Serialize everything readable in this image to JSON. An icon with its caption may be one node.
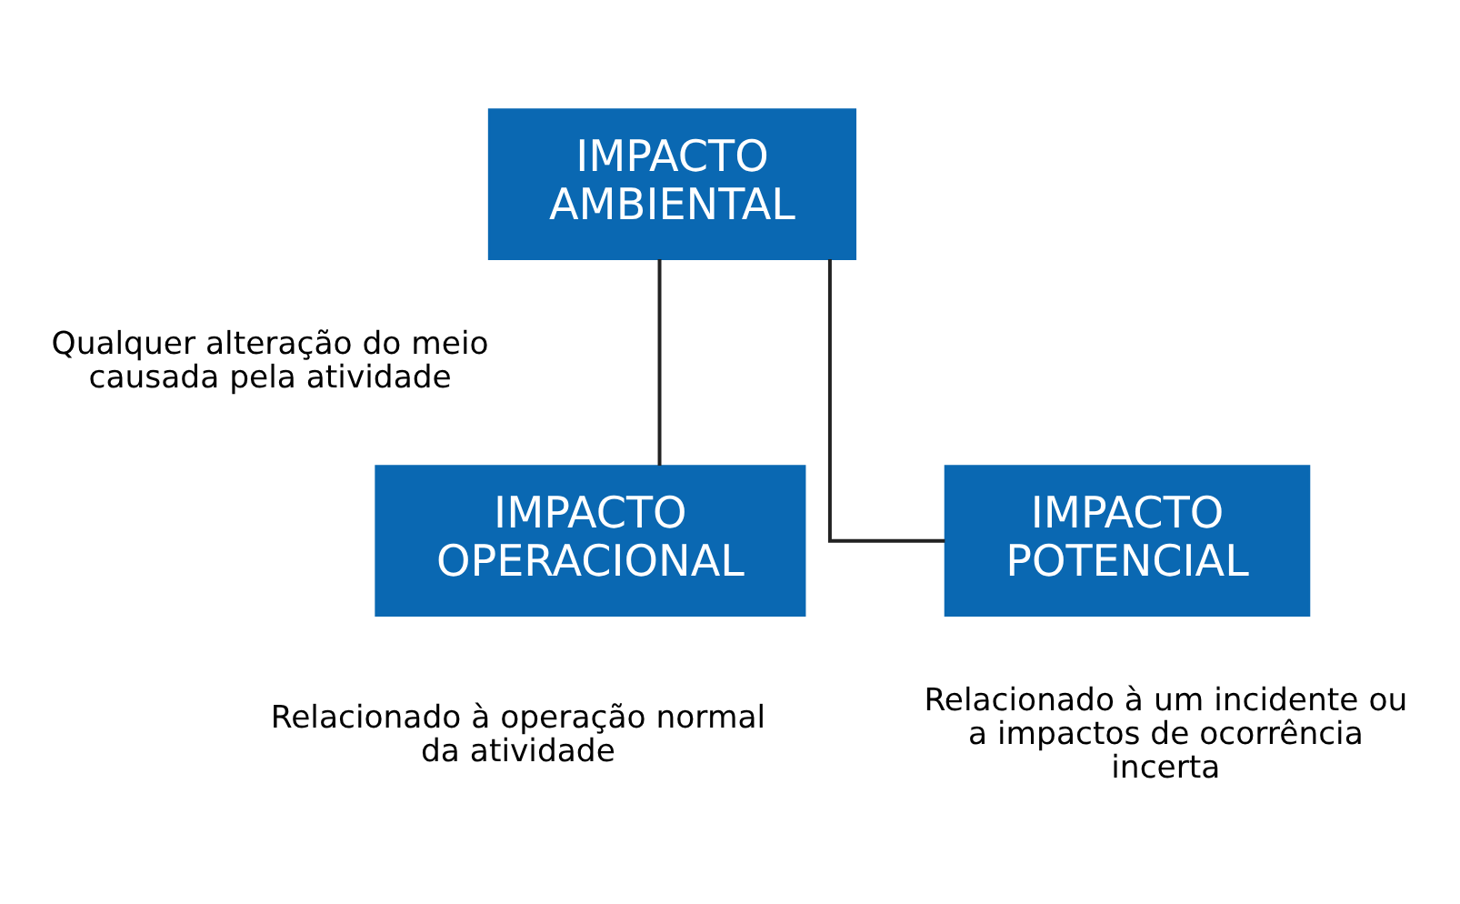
{
  "diagram": {
    "nodes": [
      {
        "text": [
          "IMPACTO AMBIENTAL"
        ],
        "beside": [
          "Qualquer alteração do meio causada pela atividade"
        ]
      },
      {
        "text": [
          "IMPACTO OPERACIONAL"
        ],
        "beside": [
          "Relacionado à operação normal da atividade"
        ]
      },
      {
        "text": [
          "IMPACTO POTENCIAL"
        ],
        "beside": [
          "Relacionado à um incidente ou a impactos de ocorrência incerta"
        ]
      }
    ],
    "edges": [
      {
        "from": 0,
        "to": 1,
        "arrow": "none"
      },
      {
        "from": 0,
        "to": 2,
        "arrow": "none"
      }
    ]
  }
}
